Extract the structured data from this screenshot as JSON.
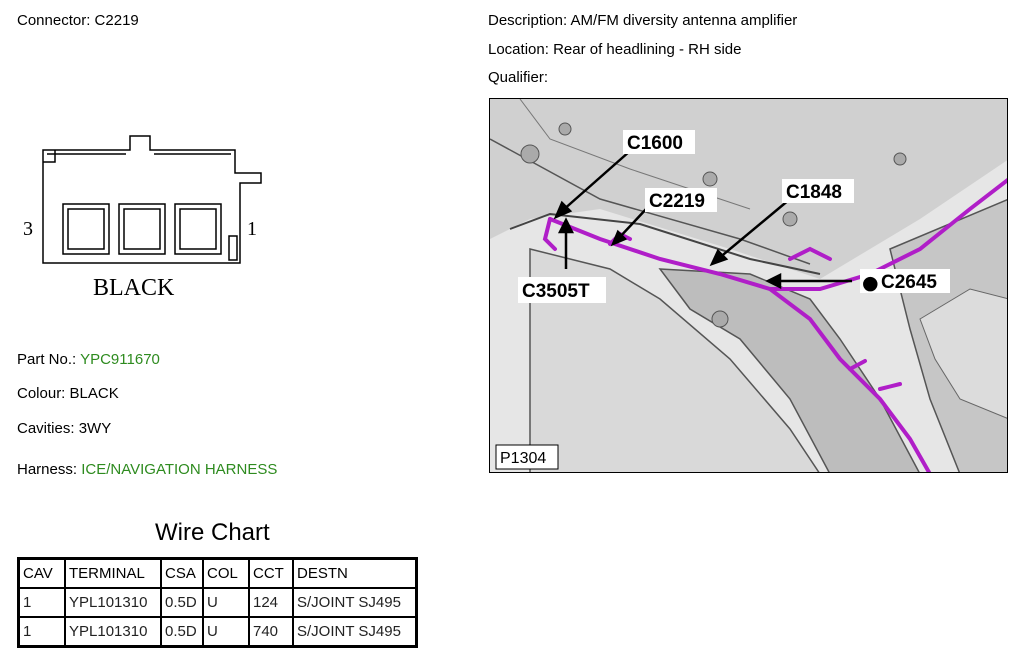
{
  "connector": {
    "label": "Connector:",
    "value": "C2219"
  },
  "description": {
    "label": "Description:",
    "value": "AM/FM diversity antenna amplifier"
  },
  "location": {
    "label": "Location:",
    "value": "Rear of headlining - RH side"
  },
  "qualifier": {
    "label": "Qualifier:",
    "value": ""
  },
  "connector_drawing": {
    "cavity_left": "3",
    "cavity_right": "1",
    "colour_text": "BLACK"
  },
  "part": {
    "label": "Part No.:",
    "value": "YPC911670"
  },
  "colour": {
    "label": "Colour:",
    "value": "BLACK"
  },
  "cavities": {
    "label": "Cavities:",
    "value": "3WY"
  },
  "harness": {
    "label": "Harness:",
    "value": "ICE/NAVIGATION HARNESS"
  },
  "wire_chart": {
    "title": "Wire Chart",
    "headers": [
      "CAV",
      "TERMINAL",
      "CSA",
      "COL",
      "CCT",
      "DESTN"
    ],
    "rows": [
      [
        "1",
        "YPL101310",
        "0.5D",
        "U",
        "124",
        "S/JOINT SJ495"
      ],
      [
        "1",
        "YPL101310",
        "0.5D",
        "U",
        "740",
        "S/JOINT SJ495"
      ]
    ]
  },
  "photo": {
    "callouts": [
      "C1600",
      "C2219",
      "C1848",
      "C2645",
      "C3505T"
    ],
    "bullet": "●",
    "ref": "P1304",
    "harness_color": "#b01ec8"
  }
}
